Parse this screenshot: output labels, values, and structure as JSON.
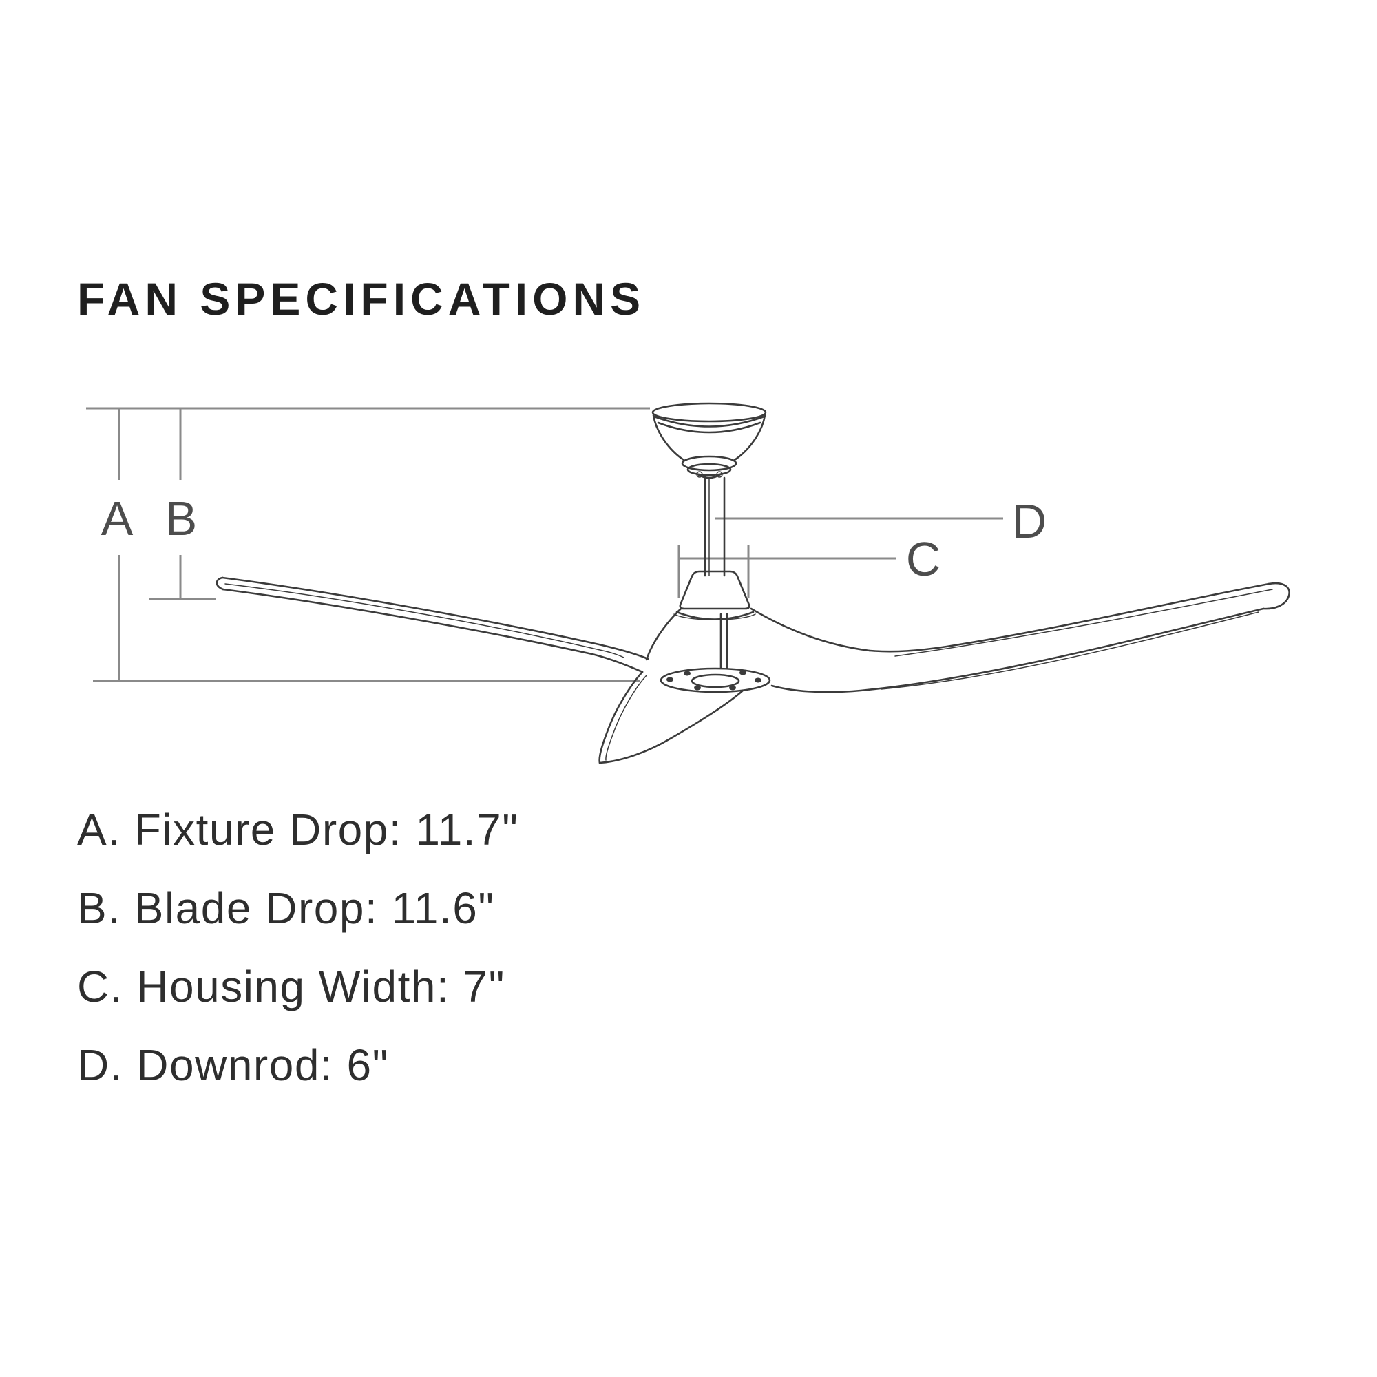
{
  "title": "FAN SPECIFICATIONS",
  "diagram": {
    "dim_labels": {
      "a": "A",
      "b": "B",
      "c": "C",
      "d": "D"
    }
  },
  "specs": [
    {
      "key": "A",
      "name": "Fixture Drop",
      "value": "11.7\"",
      "text": "A. Fixture Drop: 11.7\""
    },
    {
      "key": "B",
      "name": "Blade Drop",
      "value": "11.6\"",
      "text": "B. Blade Drop: 11.6\""
    },
    {
      "key": "C",
      "name": "Housing Width",
      "value": "7\"",
      "text": "C. Housing Width: 7\""
    },
    {
      "key": "D",
      "name": "Downrod",
      "value": "6\"",
      "text": "D. Downrod: 6\""
    }
  ],
  "colors": {
    "background": "#ffffff",
    "dimension_line": "#8a8a8a",
    "drawing_line": "#3b3b3b",
    "label_text": "#4d4d4d",
    "title_text": "#1f1f1f",
    "body_text": "#2e2e2e"
  }
}
